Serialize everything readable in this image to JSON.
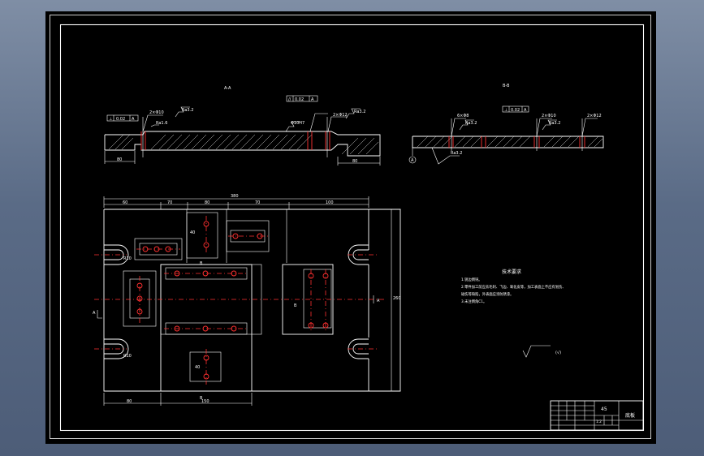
{
  "drawing": {
    "section_a_label": "A-A",
    "section_b_label": "B-B",
    "tech_requirements": {
      "heading": "技术要求",
      "items": [
        "1.锐边倒钝。",
        "2.零件加工前应去毛刺、飞边、氧化皮等，加工表面上不应有划伤、",
        "  碰伤等缺陷，外表面应涂防锈漆。",
        "3.未注倒角C1。"
      ]
    },
    "roughness_symbol": "√",
    "roughness_other": "(√)",
    "dimensions": {
      "overall_width": "380",
      "overall_height": "260",
      "top_segments": [
        "60",
        "70",
        "80",
        "70",
        "100"
      ],
      "bottom_segments": [
        "80",
        "150"
      ],
      "section_a_bottom": [
        "80",
        "80"
      ],
      "hole_pitch": "40",
      "radius": "R10",
      "section_marks": [
        "A",
        "B"
      ]
    },
    "section_a_callouts": [
      "2×Φ10",
      "Ra3.2",
      "Ra1.6",
      "Φ10H7",
      "2×Φ12",
      "Ra3.2"
    ],
    "section_a_gdt": [
      "⊥",
      "0.02",
      "A"
    ],
    "section_a_gdt2": [
      "//",
      "0.02",
      "A"
    ],
    "section_b_callouts": [
      "6×Φ8",
      "Ra3.2",
      "2×Φ10",
      "Ra3.2",
      "2×Φ12",
      "Ra3.2"
    ],
    "section_b_gdt": [
      "⊥",
      "0.02",
      "A"
    ],
    "datum": "A",
    "title_block": {
      "part_name": "底板",
      "material": "45",
      "scale": "1:2"
    }
  }
}
